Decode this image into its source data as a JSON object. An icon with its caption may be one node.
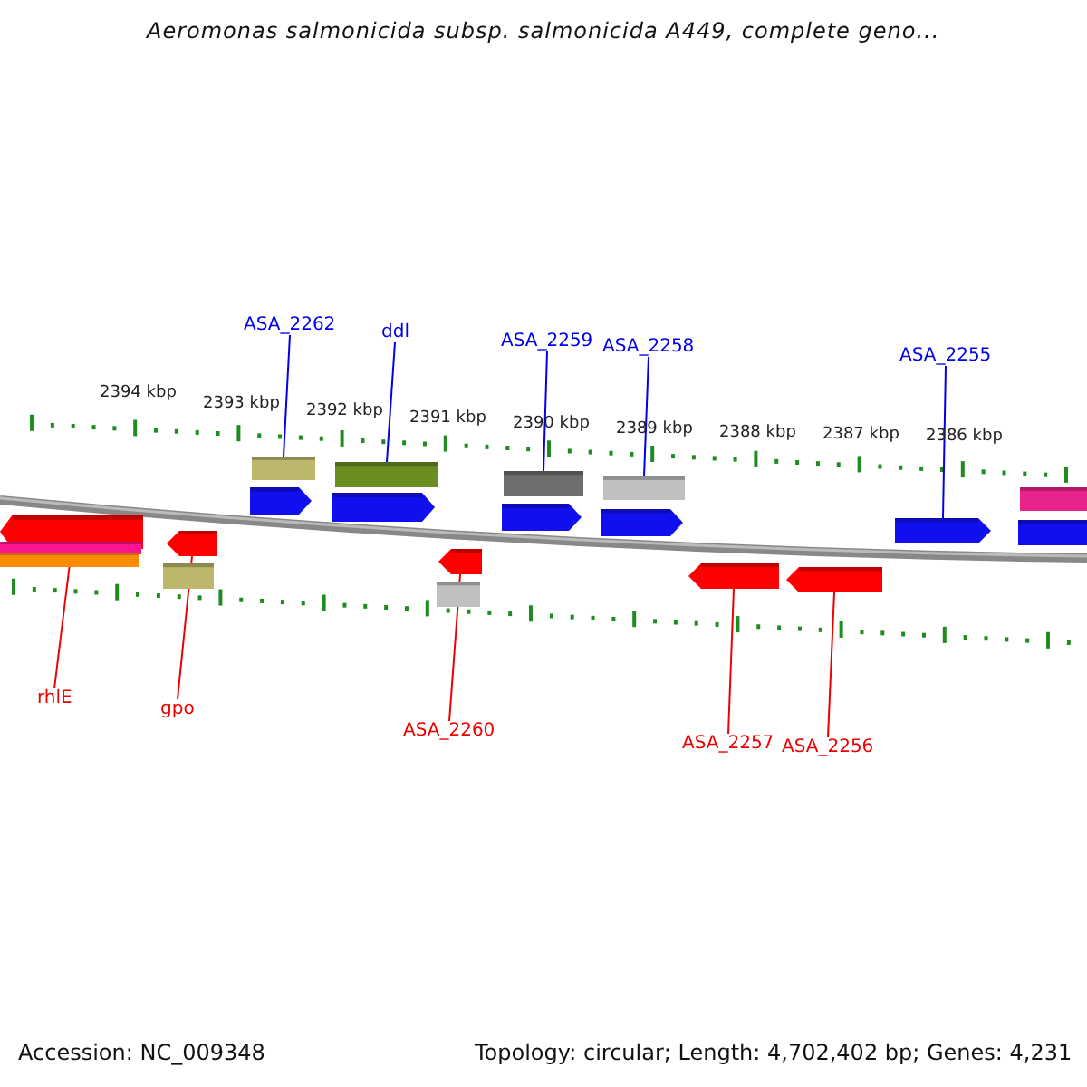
{
  "diagram": {
    "title": "Aeromonas salmonicida subsp. salmonicida A449, complete geno...",
    "nodes": [
      {
        "text": [
          "ASA_2262"
        ]
      },
      {
        "text": [
          "ddl"
        ]
      },
      {
        "text": [
          "ASA_2259"
        ]
      },
      {
        "text": [
          "ASA_2258"
        ]
      },
      {
        "text": [
          "ASA_2255"
        ]
      },
      {
        "text": [],
        "shape": "bar"
      },
      {
        "text": [],
        "shape": "bar"
      },
      {
        "text": [],
        "shape": "bar"
      },
      {
        "text": [],
        "shape": "bar"
      },
      {
        "text": [],
        "shape": "bar"
      },
      {
        "text": [],
        "shape": "arrow"
      },
      {
        "text": [],
        "shape": "arrow"
      },
      {
        "text": [],
        "shape": "arrow"
      },
      {
        "text": [],
        "shape": "arrow"
      },
      {
        "text": [],
        "shape": "arrow"
      },
      {
        "text": [],
        "shape": "bar"
      },
      {
        "text": [],
        "shape": "arrow"
      },
      {
        "text": [],
        "shape": "arrow"
      },
      {
        "text": [],
        "shape": "arrow"
      },
      {
        "text": [],
        "shape": "arrow"
      },
      {
        "text": [],
        "shape": "arrow"
      },
      {
        "text": [],
        "shape": "bar"
      },
      {
        "text": [],
        "shape": "bar"
      },
      {
        "text": [],
        "shape": "bar"
      },
      {
        "text": [],
        "shape": "bar"
      },
      {
        "text": [
          "rhlE"
        ]
      },
      {
        "text": [
          "gpo"
        ]
      },
      {
        "text": [
          "ASA_2260"
        ]
      },
      {
        "text": [
          "ASA_2257"
        ]
      },
      {
        "text": [
          "ASA_2256"
        ]
      }
    ],
    "edges": [
      {
        "from": 0,
        "to": 5,
        "arrow": "none",
        "color": "#0000ee"
      },
      {
        "from": 1,
        "to": 6,
        "arrow": "none",
        "color": "#0000ee"
      },
      {
        "from": 2,
        "to": 7,
        "arrow": "none",
        "color": "#0000ee"
      },
      {
        "from": 3,
        "to": 8,
        "arrow": "none",
        "color": "#0000ee"
      },
      {
        "from": 4,
        "to": 14,
        "arrow": "none",
        "color": "#0000ee"
      },
      {
        "from": 25,
        "to": 16,
        "arrow": "none",
        "color": "#ee0000"
      },
      {
        "from": 26,
        "to": 17,
        "arrow": "none",
        "color": "#ee0000"
      },
      {
        "from": 27,
        "to": 18,
        "arrow": "none",
        "color": "#ee0000"
      },
      {
        "from": 28,
        "to": 19,
        "arrow": "none",
        "color": "#ee0000"
      },
      {
        "from": 29,
        "to": 20,
        "arrow": "none",
        "color": "#ee0000"
      }
    ],
    "labels": [
      "2394 kbp",
      "2393 kbp",
      "2392 kbp",
      "2391 kbp",
      "2390 kbp",
      "2389 kbp",
      "2388 kbp",
      "2387 kbp",
      "2386 kbp",
      "Accession: NC_009348",
      "Topology: circular; Length: 4,702,402 bp; Genes: 4,231"
    ]
  }
}
